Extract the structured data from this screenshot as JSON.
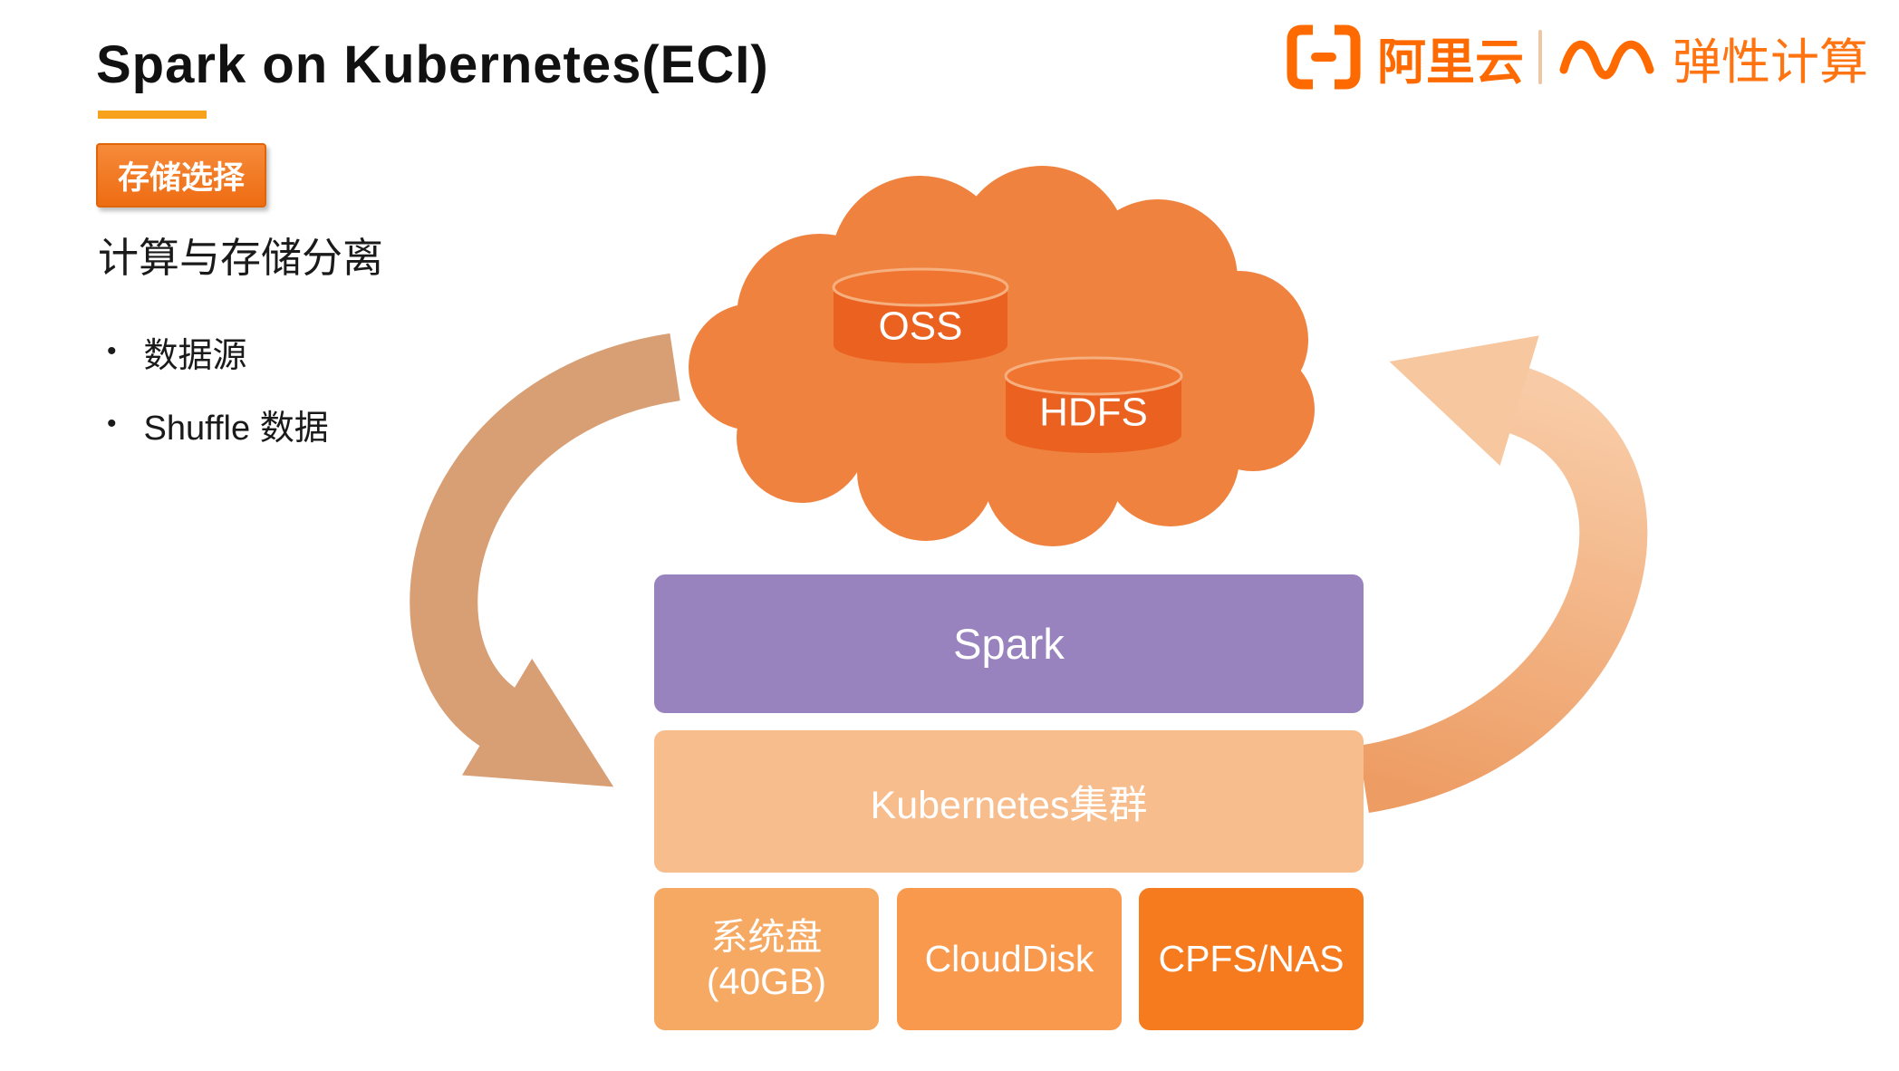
{
  "header": {
    "title": "Spark on Kubernetes(ECI)"
  },
  "logo": {
    "brand": "阿里云",
    "product": "弹性计算"
  },
  "content": {
    "badge": "存储选择",
    "heading": "计算与存储分离",
    "bullets": [
      {
        "label": "数据源"
      },
      {
        "label": "Shuffle 数据"
      }
    ]
  },
  "diagram": {
    "cloud_storages": [
      {
        "label": "OSS"
      },
      {
        "label": "HDFS"
      }
    ],
    "spark_label": "Spark",
    "kubernetes_label": "Kubernetes集群",
    "disks": [
      {
        "label": "系统盘\n(40GB)"
      },
      {
        "label": "CloudDisk"
      },
      {
        "label": "CPFS/NAS"
      }
    ]
  },
  "colors": {
    "brand_orange": "#FF6A00",
    "title_underline": "#F7A11C",
    "badge_orange": "#EE6C12",
    "cloud_orange": "#F0823F",
    "cylinder_orange": "#EA6120",
    "spark_purple": "#9883BF",
    "kubernetes_light_orange": "#F8BD8D",
    "disk_system": "#F6A963",
    "disk_cloud": "#F8994E",
    "disk_cpfs": "#F57B1E",
    "arrow_left_tan": "#D89E74",
    "arrow_right_peach": "#F7C89F"
  }
}
